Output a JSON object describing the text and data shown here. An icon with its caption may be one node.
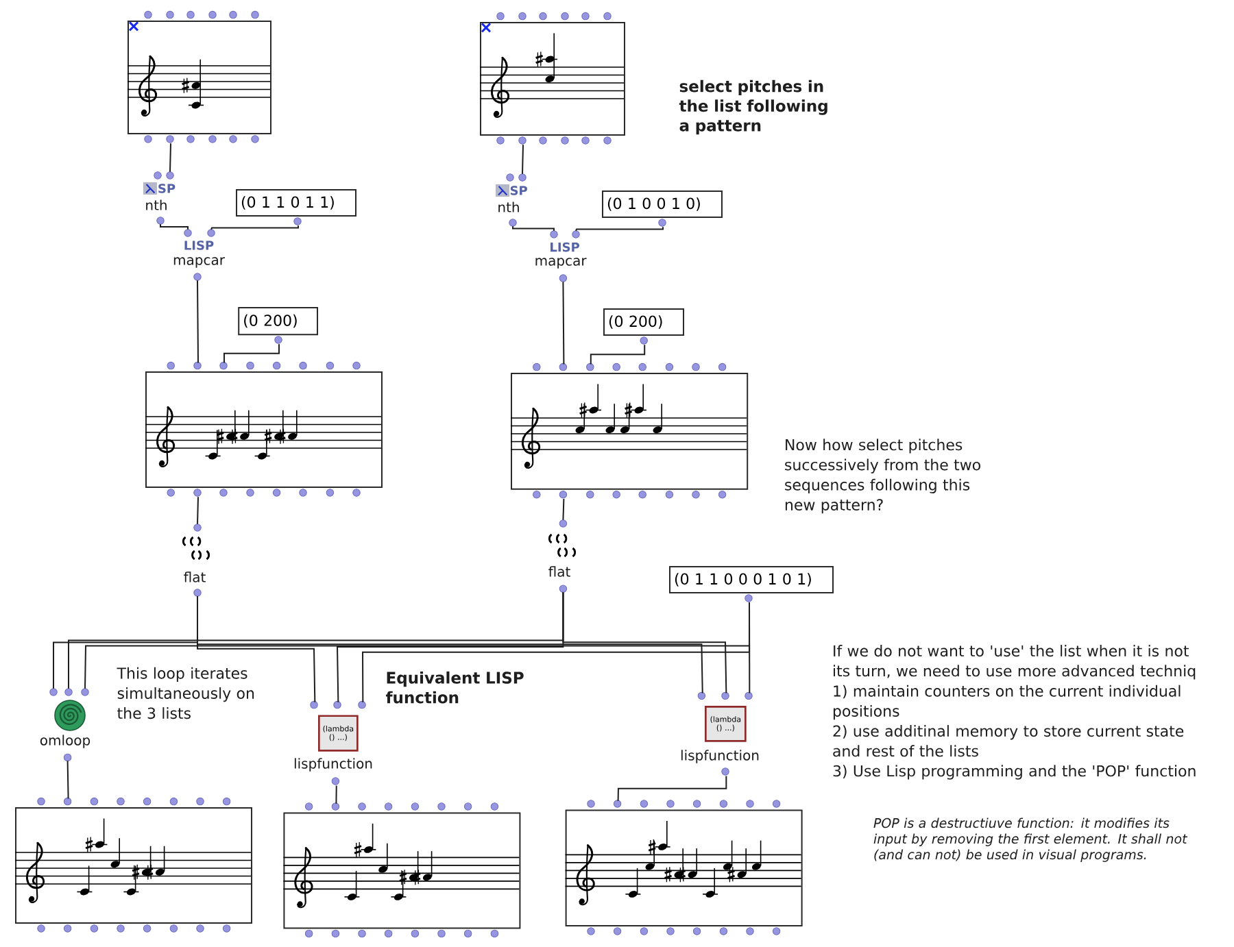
{
  "diagram": {
    "nodes": [
      {
        "text": [],
        "shape": "box"
      },
      {
        "text": [],
        "shape": "box"
      },
      {
        "text": [
          "SP",
          "nth"
        ]
      },
      {
        "text": [
          "(0 1 1 0 1 1)"
        ]
      },
      {
        "text": [
          "SP",
          "nth"
        ]
      },
      {
        "text": [
          "(0 1 0 0 1 0)"
        ]
      },
      {
        "text": [
          "LISP",
          "mapcar"
        ]
      },
      {
        "text": [
          "LISP",
          "mapcar"
        ]
      },
      {
        "text": [
          "(0 200)"
        ]
      },
      {
        "text": [
          "(0 200)"
        ]
      },
      {
        "text": [],
        "shape": "box"
      },
      {
        "text": [],
        "shape": "box"
      },
      {
        "text": [
          "flat"
        ]
      },
      {
        "text": [
          "flat"
        ]
      },
      {
        "text": [
          "(0 1 1 0 0 0 1 0 1)"
        ]
      },
      {
        "text": [
          "omloop"
        ]
      },
      {
        "text": [
          "(lambda () ...)",
          "lispfunction"
        ]
      },
      {
        "text": [
          "(lambda () ...)",
          "lispfunction"
        ]
      },
      {
        "text": [],
        "shape": "box"
      },
      {
        "text": [],
        "shape": "box"
      },
      {
        "text": [],
        "shape": "box"
      }
    ],
    "edges": [
      {
        "from": 0,
        "to": 2,
        "arrow": "none"
      },
      {
        "from": 1,
        "to": 4,
        "arrow": "none"
      },
      {
        "from": 2,
        "to": 6,
        "arrow": "none"
      },
      {
        "from": 3,
        "to": 6,
        "arrow": "none"
      },
      {
        "from": 4,
        "to": 7,
        "arrow": "none"
      },
      {
        "from": 5,
        "to": 7,
        "arrow": "none"
      },
      {
        "from": 6,
        "to": 10,
        "arrow": "none"
      },
      {
        "from": 8,
        "to": 10,
        "arrow": "none"
      },
      {
        "from": 7,
        "to": 11,
        "arrow": "none"
      },
      {
        "from": 9,
        "to": 11,
        "arrow": "none"
      },
      {
        "from": 10,
        "to": 12,
        "arrow": "none"
      },
      {
        "from": 11,
        "to": 13,
        "arrow": "none"
      },
      {
        "from": 12,
        "to": 15,
        "arrow": "none"
      },
      {
        "from": 13,
        "to": 15,
        "arrow": "none"
      },
      {
        "from": 14,
        "to": 15,
        "arrow": "none"
      },
      {
        "from": 12,
        "to": 16,
        "arrow": "none"
      },
      {
        "from": 13,
        "to": 16,
        "arrow": "none"
      },
      {
        "from": 14,
        "to": 16,
        "arrow": "none"
      },
      {
        "from": 12,
        "to": 17,
        "arrow": "none"
      },
      {
        "from": 13,
        "to": 17,
        "arrow": "none"
      },
      {
        "from": 14,
        "to": 17,
        "arrow": "none"
      },
      {
        "from": 15,
        "to": 18,
        "arrow": "none"
      },
      {
        "from": 16,
        "to": 19,
        "arrow": "none"
      },
      {
        "from": 17,
        "to": 20,
        "arrow": "none"
      }
    ],
    "labels": [
      "select pitches in the list following a pattern",
      "Now how select pitches successively from the two sequences following this new pattern?",
      "This loop iterates simultaneously on the 3 lists",
      "Equivalent LISP function",
      "If we do not want to 'use' the list when it is not its turn, we need to use more advanced techniq",
      "1) maintain counters on the current individual positions",
      "2) use additinal memory to store current state and rest of the lists",
      "3) Use Lisp programming and the 'POP' function",
      "POP is a destructiuve function: it modifies its input by removing the first element. It shall not (and can not) be used in visual programs."
    ]
  }
}
